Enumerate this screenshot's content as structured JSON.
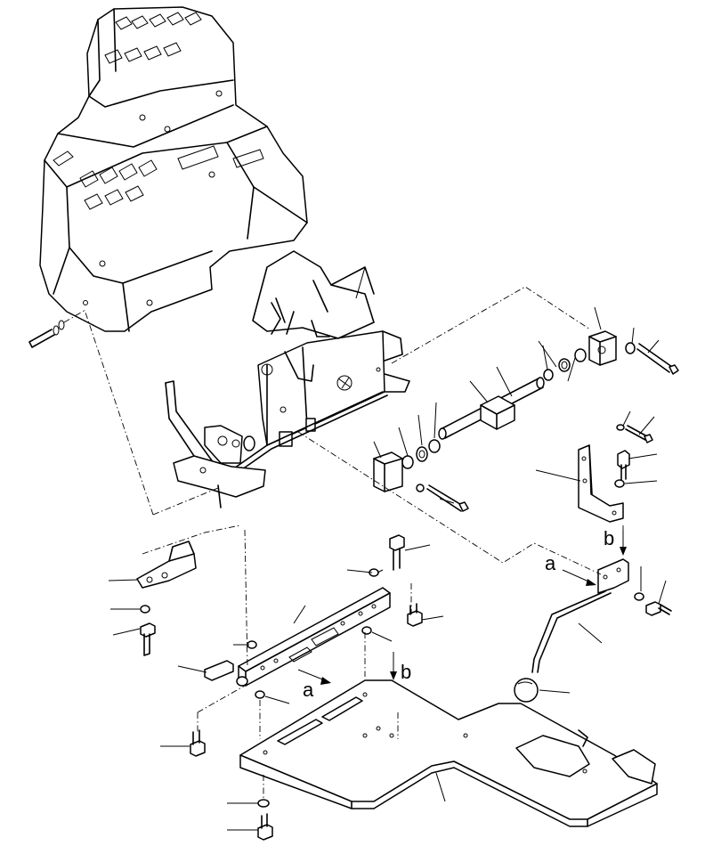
{
  "callouts": {
    "a_upper": "a",
    "b_upper": "b",
    "a_lower": "a",
    "b_lower": "b"
  }
}
